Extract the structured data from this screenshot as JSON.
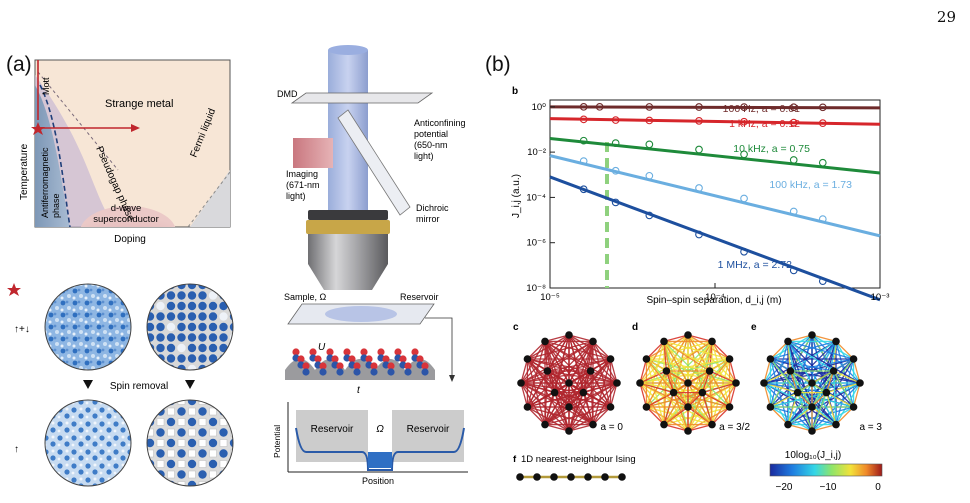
{
  "page_number": "29",
  "panel_a": {
    "label": "(a)",
    "phase": {
      "mott": "Mott",
      "strange_metal": "Strange metal",
      "pseudogap": "Pseudogap phase",
      "fermi_liquid": "Fermi liquid",
      "afm_line1": "Antiferromagnetic",
      "afm_line2": "phase",
      "sc_line1": "d-wave",
      "sc_line2": "superconductor",
      "xlabel": "Doping",
      "ylabel": "Temperature"
    },
    "lattice": {
      "spin_removal": "Spin removal",
      "row1_label": "↑+↓",
      "row2_label": "↑"
    },
    "microscope": {
      "dmd": "DMD",
      "anticonf_1": "Anticonfining",
      "anticonf_2": "potential",
      "anticonf_3": "(650-nm",
      "anticonf_4": "light)",
      "imaging_1": "Imaging",
      "imaging_2": "(671-nm",
      "imaging_3": "light)",
      "dichroic_1": "Dichroic",
      "dichroic_2": "mirror",
      "sample": "Sample, Ω",
      "reservoir": "Reservoir",
      "U": "U",
      "t": "t"
    },
    "potential_plot": {
      "reservoir_left": "Reservoir",
      "omega": "Ω",
      "reservoir_right": "Reservoir",
      "ylabel": "Potential",
      "xlabel": "Position"
    }
  },
  "panel_b": {
    "label": "(b)",
    "sub_b": "b",
    "sub_c": "c",
    "sub_d": "d",
    "sub_e": "e",
    "sub_f": "f",
    "f_text": "1D nearest-neighbour Ising",
    "a0": "a = 0",
    "a32": "a = 3/2",
    "a3": "a = 3",
    "colorbar_label": "10log₁₀(J_i,j)",
    "colorbar_ticks": [
      "−20",
      "−10",
      "0"
    ],
    "highlight_color": "#8fd17e"
  },
  "chart_data": {
    "type": "scatter",
    "title": "",
    "xlabel": "Spin–spin separation, d_i,j (m)",
    "ylabel": "J_i,j (a.u.)",
    "xscale": "log",
    "yscale": "log",
    "xlim": [
      1e-05,
      0.001
    ],
    "ylim": [
      1e-08,
      2
    ],
    "x_ticks": [
      "10⁻⁵",
      "10⁻⁴",
      "10⁻³"
    ],
    "y_ticks": [
      "10⁰",
      "10⁻²",
      "10⁻⁴",
      "10⁻⁶",
      "10⁻⁸"
    ],
    "grid": false,
    "series": [
      {
        "name": "100 Hz, a = 0.01",
        "color": "#6e2b2b",
        "line": [
          [
            1e-05,
            1.0
          ],
          [
            0.001,
            0.9
          ]
        ],
        "points": [
          [
            1.6e-05,
            1.0
          ],
          [
            2e-05,
            1.0
          ],
          [
            4e-05,
            0.99
          ],
          [
            8e-05,
            0.98
          ],
          [
            0.00015,
            0.97
          ],
          [
            0.0003,
            0.96
          ],
          [
            0.00045,
            0.95
          ]
        ]
      },
      {
        "name": "1 kHz, a = 0.12",
        "color": "#d6262b",
        "line": [
          [
            1e-05,
            0.3
          ],
          [
            0.001,
            0.17
          ]
        ],
        "points": [
          [
            1.6e-05,
            0.28
          ],
          [
            2.5e-05,
            0.26
          ],
          [
            4e-05,
            0.25
          ],
          [
            8e-05,
            0.24
          ],
          [
            0.00015,
            0.22
          ],
          [
            0.0003,
            0.2
          ],
          [
            0.00045,
            0.19
          ]
        ]
      },
      {
        "name": "10 kHz, a = 0.75",
        "color": "#1e8a3a",
        "line": [
          [
            1e-05,
            0.04
          ],
          [
            0.001,
            0.0012
          ]
        ],
        "points": [
          [
            1.6e-05,
            0.032
          ],
          [
            2.5e-05,
            0.025
          ],
          [
            4e-05,
            0.022
          ],
          [
            8e-05,
            0.013
          ],
          [
            0.00015,
            0.008
          ],
          [
            0.0003,
            0.0045
          ],
          [
            0.00045,
            0.0034
          ]
        ]
      },
      {
        "name": "100 kHz, a = 1.73",
        "color": "#6aaee0",
        "line": [
          [
            1e-05,
            0.007
          ],
          [
            0.001,
            2e-06
          ]
        ],
        "points": [
          [
            1.6e-05,
            0.004
          ],
          [
            2.5e-05,
            0.0015
          ],
          [
            4e-05,
            0.0009
          ],
          [
            8e-05,
            0.00026
          ],
          [
            0.00015,
            9e-05
          ],
          [
            0.0003,
            2.4e-05
          ],
          [
            0.00045,
            1.1e-05
          ]
        ]
      },
      {
        "name": "1 MHz, a = 2.72",
        "color": "#1d4f9e",
        "line": [
          [
            1e-05,
            0.0008
          ],
          [
            0.001,
            3e-09
          ]
        ],
        "points": [
          [
            1.6e-05,
            0.00023
          ],
          [
            2.5e-05,
            6e-05
          ],
          [
            4e-05,
            1.6e-05
          ],
          [
            8e-05,
            2.3e-06
          ],
          [
            0.00015,
            4e-07
          ],
          [
            0.0003,
            6e-08
          ],
          [
            0.00045,
            2e-08
          ]
        ]
      }
    ]
  }
}
